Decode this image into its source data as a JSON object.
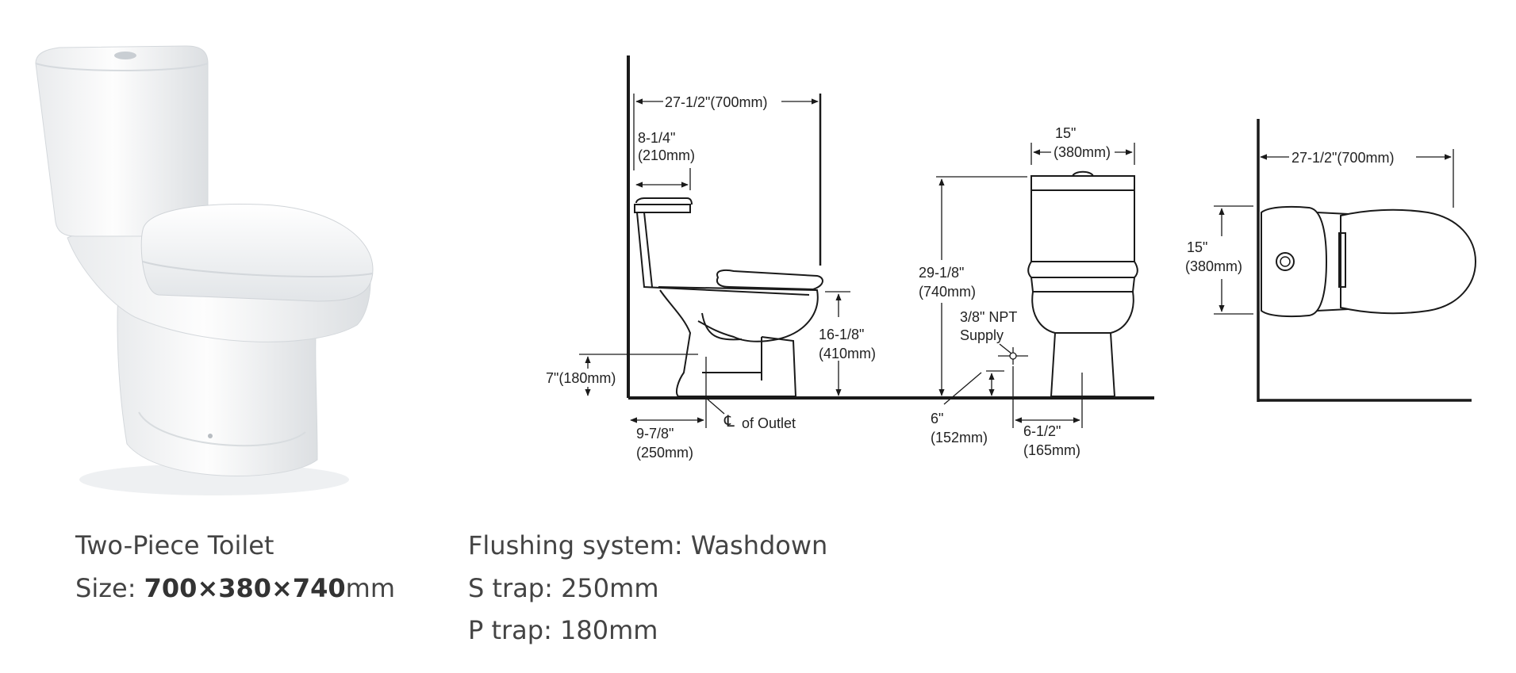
{
  "product": {
    "name": "Two-Piece Toilet",
    "size_label": "Size:",
    "size_value": "700×380×740",
    "size_unit": "mm"
  },
  "specs": {
    "flushing": "Flushing system: Washdown",
    "s_trap": "S trap: 250mm",
    "p_trap": "P trap: 180mm"
  },
  "diagram": {
    "side": {
      "depth": "27-1/2\"(700mm)",
      "tank_in": "8-1/4\"",
      "tank_mm": "(210mm)",
      "seat_in": "16-1/8\"",
      "seat_mm": "(410mm)",
      "p_trap": "7\"(180mm)",
      "s_trap_in": "9-7/8\"",
      "s_trap_mm": "(250mm)",
      "outlet": "of Outlet",
      "centerline_symbol": "℄"
    },
    "front": {
      "width_in": "15\"",
      "width_mm": "(380mm)",
      "height_in": "29-1/8\"",
      "height_mm": "(740mm)",
      "supply_1": "3/8\" NPT",
      "supply_2": "Supply",
      "supply_h_in": "6\"",
      "supply_h_mm": "(152mm)",
      "supply_off_in": "6-1/2\"",
      "supply_off_mm": "(165mm)"
    },
    "top": {
      "depth": "27-1/2\"(700mm)",
      "width_in": "15\"",
      "width_mm": "(380mm)"
    }
  }
}
